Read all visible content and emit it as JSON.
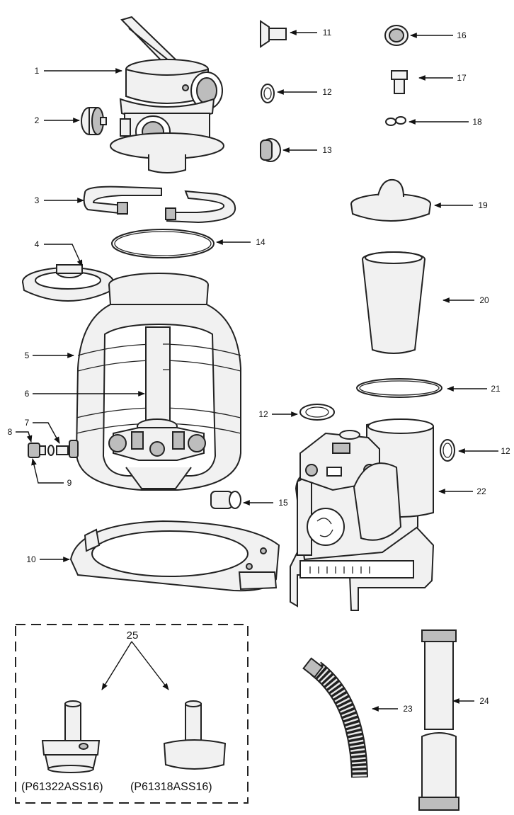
{
  "callouts": {
    "c1": "1",
    "c2": "2",
    "c3": "3",
    "c4": "4",
    "c5": "5",
    "c6": "6",
    "c7": "7",
    "c8": "8",
    "c9": "9",
    "c10": "10",
    "c11": "11",
    "c12a": "12",
    "c12b": "12",
    "c12c": "12",
    "c13": "13",
    "c14": "14",
    "c15": "15",
    "c16": "16",
    "c17": "17",
    "c18": "18",
    "c19": "19",
    "c20": "20",
    "c21": "21",
    "c22": "22",
    "c23": "23",
    "c24": "24",
    "c25": "25"
  },
  "kit": {
    "model_left": "(P61322ASS16)",
    "model_right": "(P61318ASS16)"
  }
}
